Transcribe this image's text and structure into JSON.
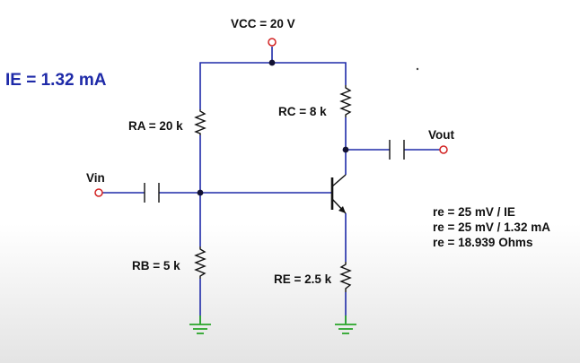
{
  "texts": {
    "vcc": "VCC = 20 V",
    "ie": "IE = 1.32 mA",
    "ra": "RA = 20 k",
    "rc": "RC = 8 k",
    "vout": "Vout",
    "vin": "Vin",
    "rb": "RB = 5 k",
    "re": "RE = 2.5 k",
    "eq1": "re = 25 mV / IE",
    "eq2": "re = 25 mV / 1.32 mA",
    "eq3": "re = 18.939 Ohms"
  },
  "colors": {
    "wire": "#1e2aa8",
    "ground": "#2aa52a",
    "terminal": "#d22222",
    "ie_text": "#1e2aa8"
  }
}
